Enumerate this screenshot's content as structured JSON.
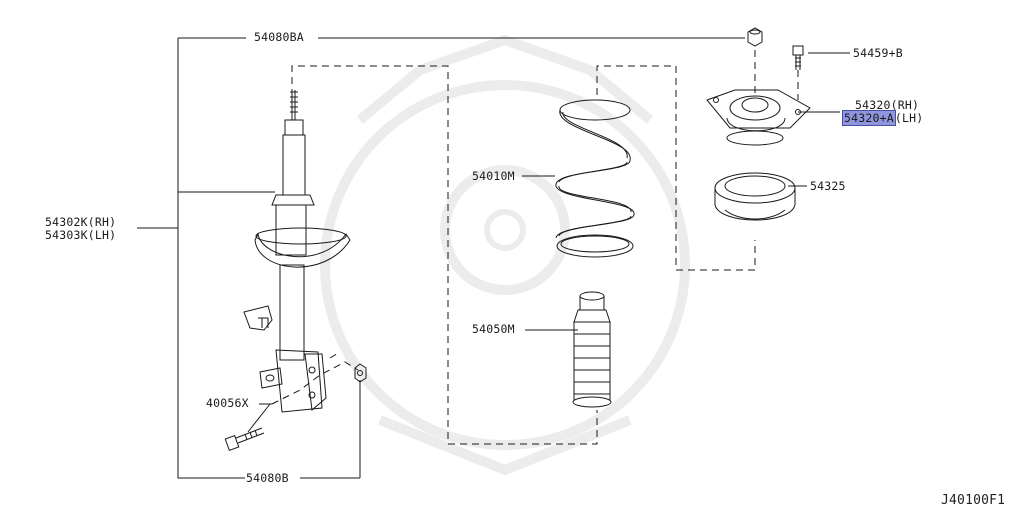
{
  "diagram": {
    "parts": {
      "strut_bolt_kit": "54080BA",
      "mount_bolt": "54459+B",
      "mount_rh": "54320(RH)",
      "mount_lh_highlighted": "54320+A",
      "mount_lh_suffix": "(LH)",
      "bearing": "54325",
      "spring": "54010M",
      "bump_stop": "54050M",
      "strut_rh": "54302K(RH)",
      "strut_lh": "54303K(LH)",
      "knuckle_bolt": "40056X",
      "nut": "54080B"
    },
    "diagram_code": "J40100F1",
    "colors": {
      "line": "#1a1a1a",
      "highlight": "#8f96dd",
      "watermark": "#ececec"
    }
  }
}
